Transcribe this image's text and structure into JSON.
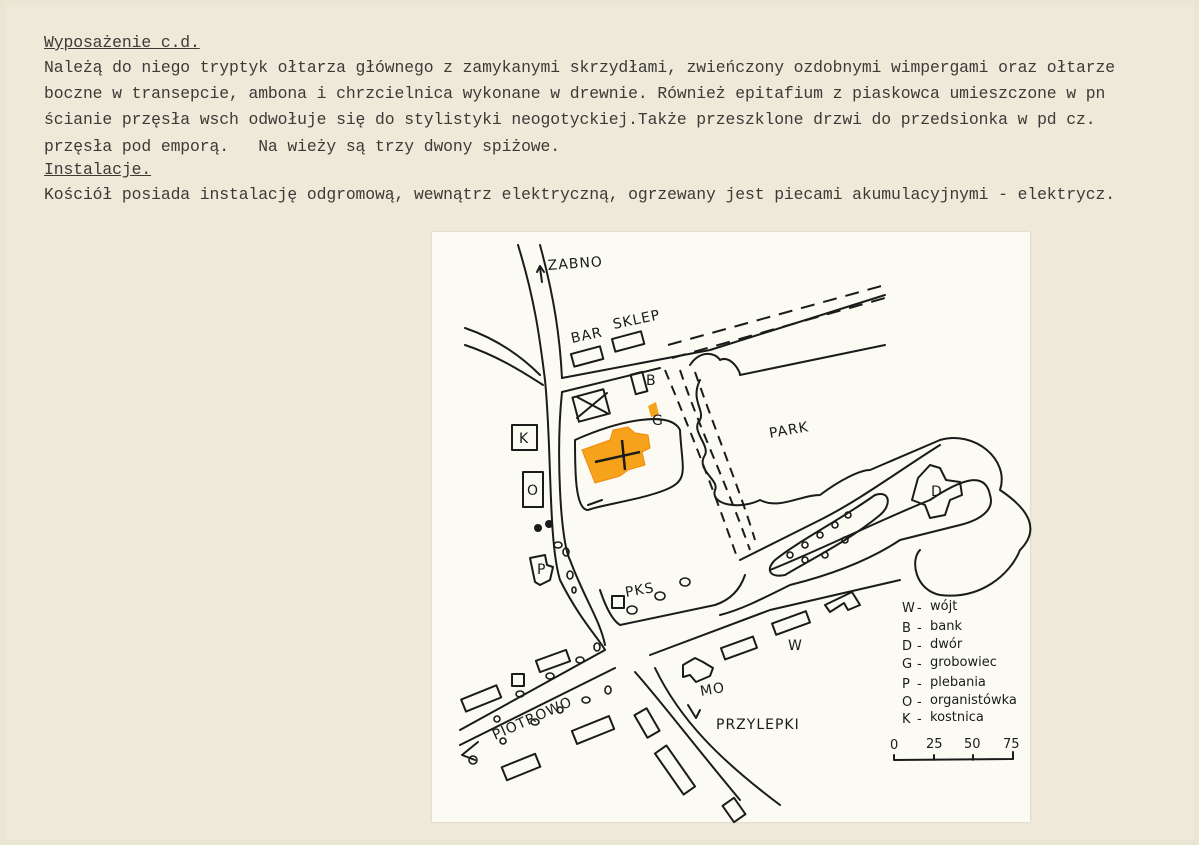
{
  "document": {
    "heading_equipment": "Wyposażenie c.d.",
    "lines": [
      "Należą do niego tryptyk ołtarza głównego z zamykanymi skrzydłami, zwieńczony ozdobnymi wimpergami oraz ołtarze",
      "boczne w transepcie, ambona i chrzcielnica wykonane w drewnie. Również epitafium z piaskowca umieszczone w pn",
      "ścianie przęsła wsch odwołuje się do stylistyki neogotyckiej.Także przeszklone drzwi do przedsionka w pd cz.",
      "przęsła pod emporą.   Na wieży są trzy dwony spiżowe."
    ],
    "heading_installations": "Instalacje.",
    "installations_text": "Kościół posiada instalację odgromową, wewnątrz elektryczną, ogrzewany jest piecami akumulacyjnymi - elektrycz."
  },
  "map": {
    "church_color": "#f7a21b",
    "labels": {
      "zabno": "ZABNO",
      "bar": "BAR",
      "sklep": "SKLEP",
      "park": "PARK",
      "b": "B",
      "g": "G",
      "k": "K",
      "o": "O",
      "p": "P",
      "d": "D",
      "pks": "PKS",
      "w": "W",
      "mo": "MO",
      "piotrowo": "PIOTROWO",
      "przylepki": "PRZYLEPKI"
    },
    "legend": [
      {
        "key": "W",
        "desc": "wójt"
      },
      {
        "key": "B",
        "desc": "bank"
      },
      {
        "key": "D",
        "desc": "dwór"
      },
      {
        "key": "G",
        "desc": "grobowiec"
      },
      {
        "key": "P",
        "desc": "plebania"
      },
      {
        "key": "O",
        "desc": "organistówka"
      },
      {
        "key": "K",
        "desc": "kostnica"
      }
    ],
    "scale_ticks": [
      "0",
      "25",
      "50",
      "75"
    ]
  }
}
